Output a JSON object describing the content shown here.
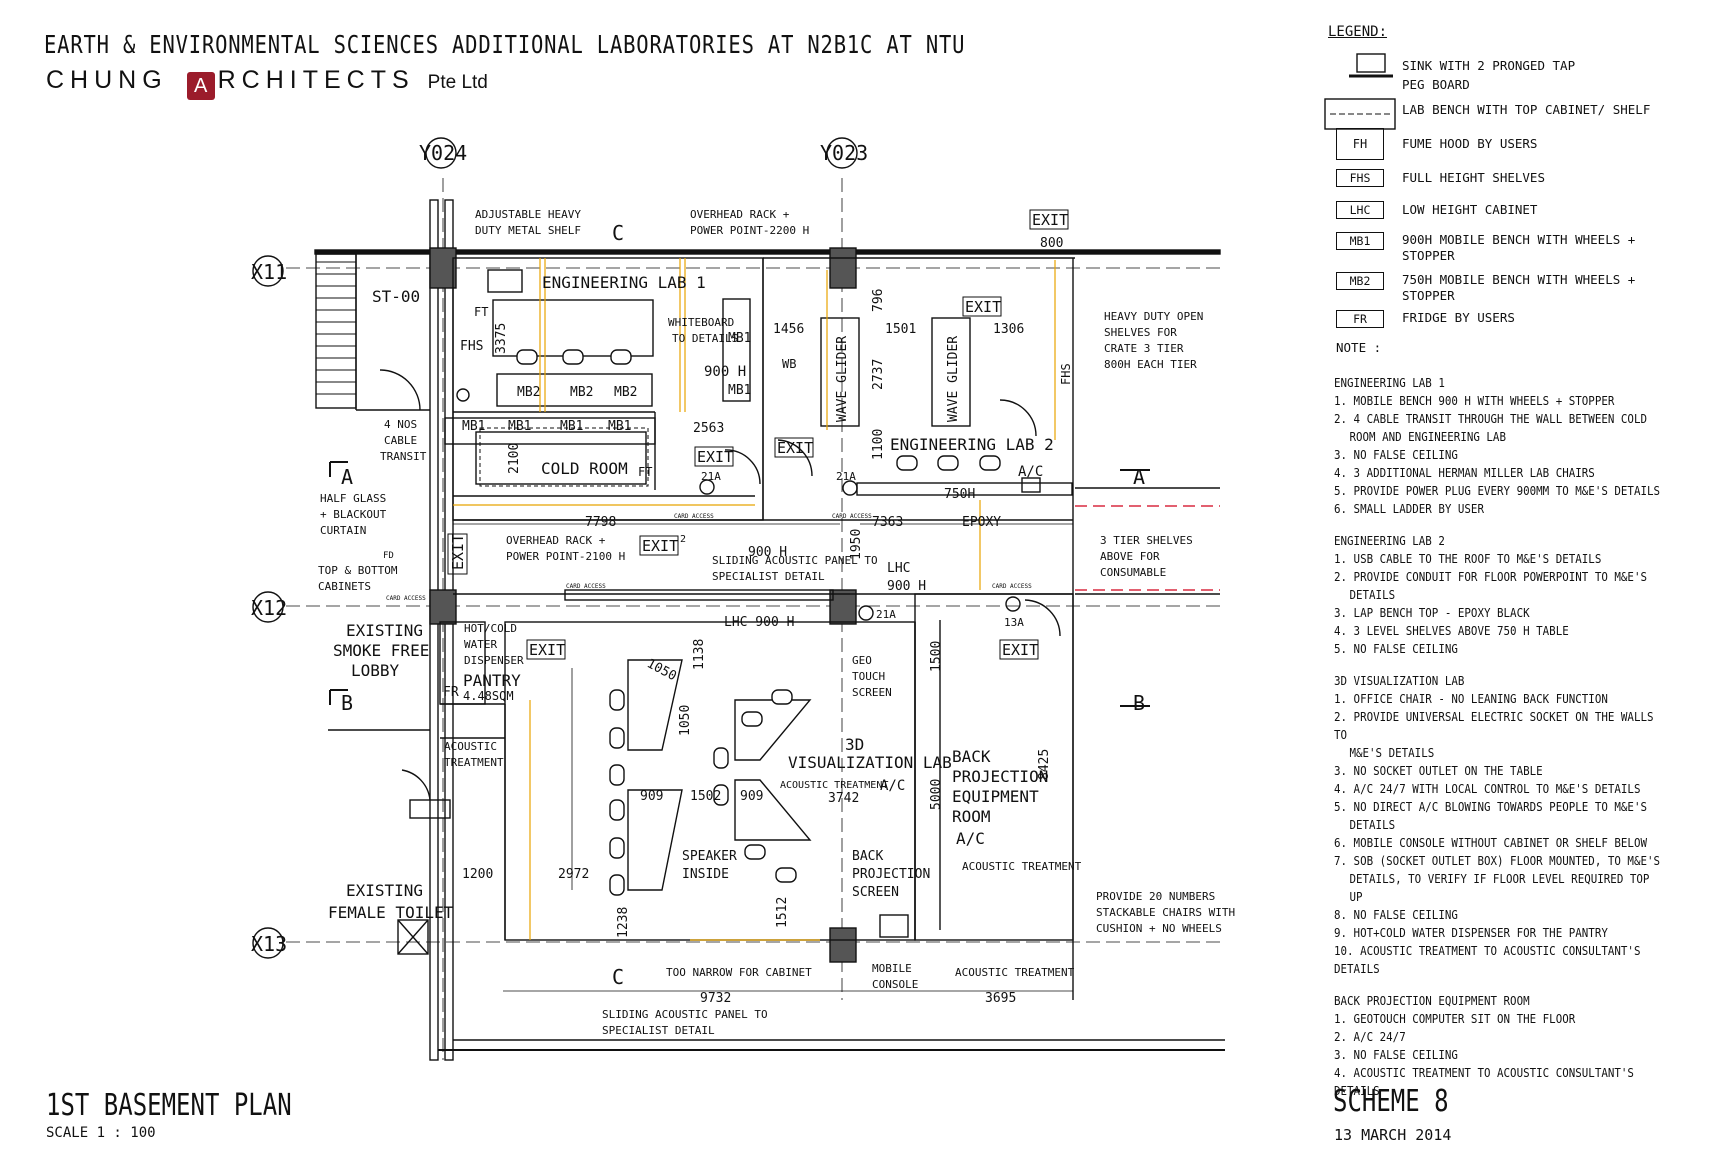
{
  "header": {
    "project_title": "EARTH & ENVIRONMENTAL SCIENCES ADDITIONAL LABORATORIES AT N2B1C AT NTU",
    "firm_pre": "CHUNG",
    "firm_logo": "A",
    "firm_post": "RCHITECTS",
    "firm_suffix": "Pte Ltd"
  },
  "footer": {
    "plan_title": "1ST BASEMENT PLAN",
    "scale": "SCALE 1 : 100",
    "scheme": "SCHEME 8",
    "date": "13 MARCH 2014"
  },
  "legend": {
    "heading": "LEGEND:",
    "items": [
      {
        "symbol": "",
        "text": "SINK WITH 2 PRONGED TAP"
      },
      {
        "symbol": "",
        "text": "PEG BOARD"
      },
      {
        "symbol": "",
        "text": "LAB BENCH WITH TOP CABINET/ SHELF"
      },
      {
        "symbol": "FH",
        "text": "FUME HOOD BY USERS"
      },
      {
        "symbol": "FHS",
        "text": "FULL HEIGHT SHELVES"
      },
      {
        "symbol": "LHC",
        "text": "LOW HEIGHT CABINET"
      },
      {
        "symbol": "MB1",
        "text": "900H MOBILE BENCH WITH WHEELS +",
        "text2": "STOPPER"
      },
      {
        "symbol": "MB2",
        "text": "750H MOBILE BENCH WITH WHEELS +",
        "text2": "STOPPER"
      },
      {
        "symbol": "FR",
        "text": "FRIDGE BY USERS"
      }
    ],
    "note_label": "NOTE :"
  },
  "notes": [
    {
      "title": "ENGINEERING LAB 1",
      "items": [
        [
          "1. MOBILE BENCH 900 H WITH WHEELS + STOPPER"
        ],
        [
          "2. 4 CABLE TRANSIT THROUGH THE WALL BETWEEN COLD",
          "ROOM AND ENGINEERING LAB"
        ],
        [
          "3. NO FALSE CEILING"
        ],
        [
          "4. 3 ADDITIONAL HERMAN MILLER LAB CHAIRS"
        ],
        [
          "5. PROVIDE POWER PLUG EVERY 900MM TO M&E'S DETAILS"
        ],
        [
          "6. SMALL LADDER BY USER"
        ]
      ]
    },
    {
      "title": "ENGINEERING LAB 2",
      "items": [
        [
          "1. USB CABLE TO THE ROOF TO M&E'S DETAILS"
        ],
        [
          "2. PROVIDE CONDUIT FOR FLOOR POWERPOINT TO M&E'S",
          "DETAILS"
        ],
        [
          "3. LAP BENCH TOP - EPOXY BLACK"
        ],
        [
          "4. 3 LEVEL SHELVES ABOVE 750 H TABLE"
        ],
        [
          "5. NO FALSE CEILING"
        ]
      ]
    },
    {
      "title": "3D VISUALIZATION LAB",
      "items": [
        [
          "1. OFFICE CHAIR - NO LEANING BACK FUNCTION"
        ],
        [
          "2. PROVIDE UNIVERSAL ELECTRIC SOCKET ON THE WALLS TO",
          "M&E'S DETAILS"
        ],
        [
          "3. NO SOCKET OUTLET ON THE TABLE"
        ],
        [
          "4. A/C 24/7 WITH LOCAL CONTROL TO M&E'S DETAILS"
        ],
        [
          "5. NO DIRECT A/C BLOWING TOWARDS PEOPLE TO M&E'S",
          "DETAILS"
        ],
        [
          "6. MOBILE CONSOLE WITHOUT CABINET OR SHELF BELOW"
        ],
        [
          "7. SOB (SOCKET OUTLET BOX) FLOOR MOUNTED, TO M&E'S",
          "DETAILS, TO VERIFY IF FLOOR LEVEL REQUIRED TOP UP"
        ],
        [
          "8. NO FALSE CEILING"
        ],
        [
          "9. HOT+COLD WATER DISPENSER FOR THE PANTRY"
        ],
        [
          "10. ACOUSTIC TREATMENT TO ACOUSTIC CONSULTANT'S DETAILS"
        ]
      ]
    },
    {
      "title": "BACK PROJECTION EQUIPMENT ROOM",
      "items": [
        [
          "1. GEOTOUCH COMPUTER SIT ON THE FLOOR"
        ],
        [
          "2. A/C 24/7"
        ],
        [
          "3. NO FALSE CEILING"
        ],
        [
          "4. ACOUSTIC TREATMENT TO ACOUSTIC CONSULTANT'S DETAILS"
        ]
      ]
    }
  ],
  "plan": {
    "grid": {
      "y024": "Y024",
      "y023": "Y023",
      "x11": "X11",
      "x12": "X12",
      "x13": "X13"
    },
    "sections": {
      "c": "C",
      "a": "A",
      "b": "B"
    },
    "rooms": {
      "st00": "ST-00",
      "eng_lab1": "ENGINEERING LAB 1",
      "eng_lab2": "ENGINEERING LAB 2",
      "cold_room": "COLD ROOM",
      "viz_lab_1": "3D",
      "viz_lab_2": "VISUALIZATION LAB",
      "pantry": "PANTRY",
      "pantry_area": "4.48SQM",
      "smoke_lobby": [
        "EXISTING",
        "SMOKE FREE",
        "LOBBY"
      ],
      "female_toilet": [
        "EXISTING",
        "FEMALE TOILET"
      ],
      "back_proj": [
        "BACK",
        "PROJECTION",
        "EQUIPMENT",
        "ROOM",
        "A/C"
      ]
    },
    "labels": {
      "adj_shelf": [
        "ADJUSTABLE HEAVY",
        "DUTY METAL SHELF"
      ],
      "overhead_2200": [
        "OVERHEAD RACK +",
        "POWER POINT-2200 H"
      ],
      "whiteboard": [
        "WHITEBOARD",
        "TO DETAILS"
      ],
      "heavy_shelves": [
        "HEAVY DUTY OPEN",
        "SHELVES FOR",
        "CRATE 3 TIER",
        "800H EACH TIER"
      ],
      "cable_transit": [
        "4 NOS",
        "CABLE",
        "TRANSIT"
      ],
      "half_glass": [
        "HALF GLASS",
        "+ BLACKOUT",
        "CURTAIN"
      ],
      "top_bottom": [
        "TOP & BOTTOM",
        "CABINETS"
      ],
      "overhead_2100": [
        "OVERHEAD RACK +",
        "POWER POINT-2100 H"
      ],
      "sliding_panel": [
        "SLIDING ACOUSTIC PANEL TO",
        "SPECIALIST DETAIL"
      ],
      "sliding_panel2": [
        "SLIDING ACOUSTIC PANEL TO",
        "SPECIALIST DETAIL"
      ],
      "three_tier": [
        "3 TIER SHELVES",
        "ABOVE FOR",
        "CONSUMABLE"
      ],
      "hot_cold": [
        "HOT/COLD",
        "WATER",
        "DISPENSER"
      ],
      "acoustic": [
        "ACOUSTIC",
        "TREATMENT"
      ],
      "geo_touch": [
        "GEO",
        "TOUCH",
        "SCREEN"
      ],
      "speaker": [
        "SPEAKER",
        "INSIDE"
      ],
      "back_screen": [
        "BACK",
        "PROJECTION",
        "SCREEN"
      ],
      "stackable": [
        "PROVIDE 20 NUMBERS",
        "STACKABLE CHAIRS WITH",
        "CUSHION + NO WHEELS"
      ],
      "too_narrow": "TOO NARROW FOR CABINET",
      "mobile_console": [
        "MOBILE",
        "CONSOLE"
      ],
      "acoustic_treat": "ACOUSTIC TREATMENT",
      "acoustic_treat_a": "ACOUSTIC TREATMENT",
      "acoustic_treat_bp": "ACOUSTIC TREATMENT",
      "ac": "A/C",
      "ac2": "A/C",
      "epoxy": "EPOXY",
      "lhc_900": "LHC 900 H",
      "lhc_900b": [
        "LHC",
        "900 H"
      ],
      "h900": "900 H",
      "h900b": "900 H",
      "wb": "WB",
      "fhs": "FHS",
      "fhs2": "FHS",
      "ft": "FT",
      "ft2": "FT",
      "fr": "FR",
      "fd": "FD",
      "exit": "EXIT",
      "card": "CARD ACCESS",
      "wave_glider": "WAVE GLIDER",
      "mb1": "MB1",
      "mb2": "MB2",
      "socket_21a": "21A",
      "socket_13a": "13A",
      "d750h": "750H",
      "super2": "2"
    },
    "dims": {
      "d3375": "3375",
      "d796": "796",
      "d800": "800",
      "d1456": "1456",
      "d1501": "1501",
      "d1306": "1306",
      "d2737": "2737",
      "d1100": "1100",
      "d2563": "2563",
      "d2100": "2100",
      "d7798": "7798",
      "d7363": "7363",
      "d1950": "1950",
      "d1138": "1138",
      "d1050a": "1050",
      "d1050b": "1050",
      "d909a": "909",
      "d909b": "909",
      "d1502": "1502",
      "d3742": "3742",
      "d1500": "1500",
      "d5000": "5000",
      "d8425": "8425",
      "d1200": "1200",
      "d2972": "2972",
      "d1238": "1238",
      "d1512": "1512",
      "d9732": "9732",
      "d3695": "3695"
    }
  }
}
